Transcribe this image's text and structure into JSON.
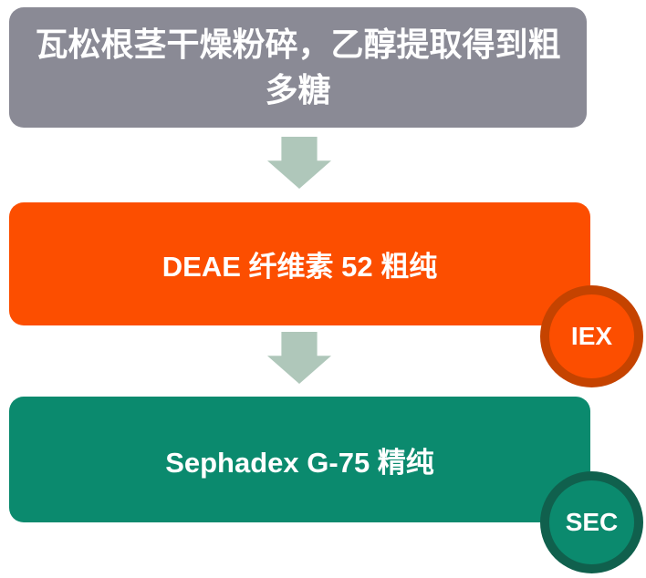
{
  "palette": {
    "gray_box": "#8A8A95",
    "orange_box": "#FC4E00",
    "orange_badge_ring": "#C54300",
    "green_box": "#0B8A6E",
    "green_badge_ring": "#10604D",
    "arrow": "#AFC7BA",
    "text": "#FFFFFF"
  },
  "icons": {
    "arrow_1": "down-arrow-icon",
    "arrow_2": "down-arrow-icon"
  },
  "steps": [
    {
      "name": "extraction",
      "label": "瓦松根茎干燥粉碎，乙醇提取得到粗多糖",
      "lines": [
        "瓦松根茎干燥粉碎，乙醇提取得到粗",
        "多糖"
      ]
    },
    {
      "name": "ion-exchange-chromatography",
      "label": "DEAE 纤维素 52 粗纯",
      "badge": "IEX"
    },
    {
      "name": "size-exclusion-chromatography",
      "label": "Sephadex G-75 精纯",
      "badge": "SEC"
    }
  ]
}
